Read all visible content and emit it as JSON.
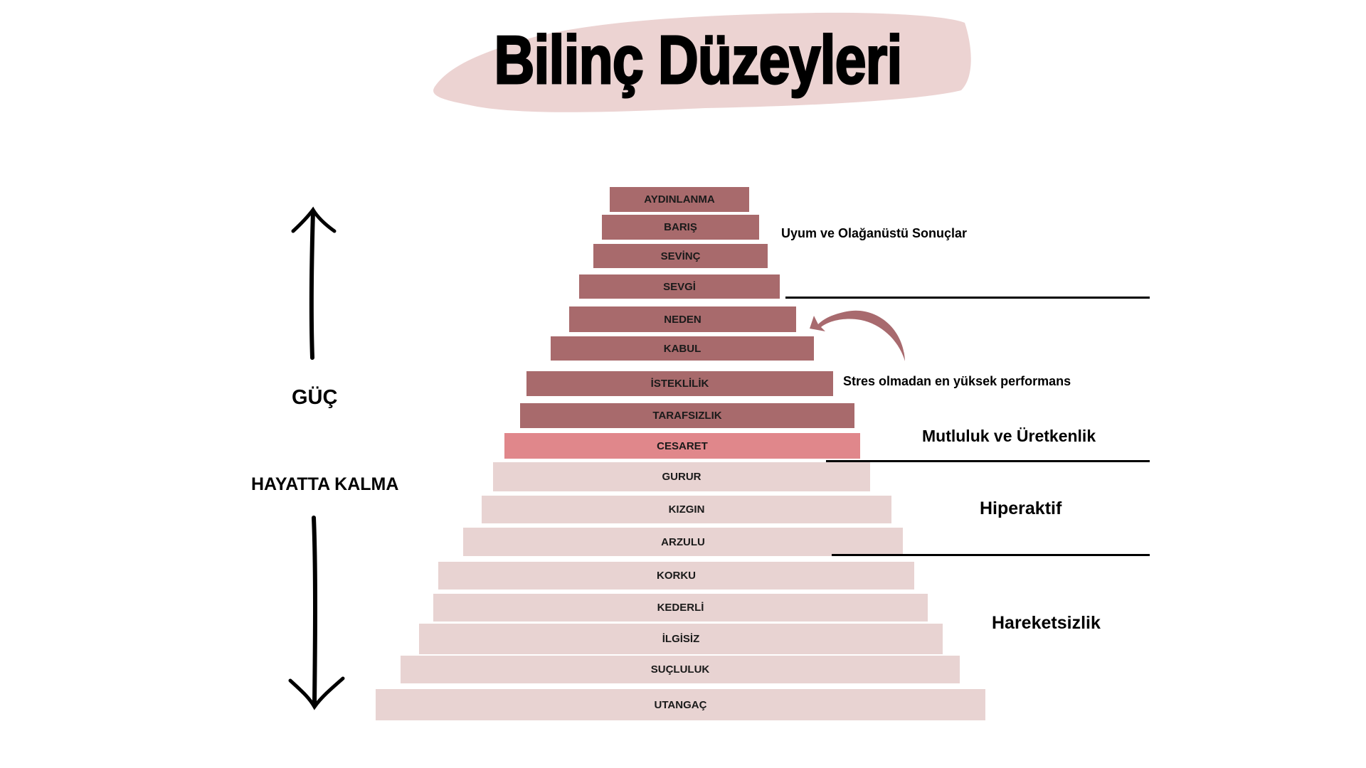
{
  "title": "Bilinç Düzeyleri",
  "levels": [
    {
      "label": "AYDINLANMA",
      "tone": "dark"
    },
    {
      "label": "BARIŞ",
      "tone": "dark"
    },
    {
      "label": "SEVİNÇ",
      "tone": "dark"
    },
    {
      "label": "SEVGİ",
      "tone": "dark"
    },
    {
      "label": "NEDEN",
      "tone": "dark"
    },
    {
      "label": "KABUL",
      "tone": "dark"
    },
    {
      "label": "İSTEKLİLİK",
      "tone": "dark"
    },
    {
      "label": "TARAFSIZLIK",
      "tone": "dark"
    },
    {
      "label": "CESARET",
      "tone": "mid"
    },
    {
      "label": "GURUR",
      "tone": "light"
    },
    {
      "label": "KIZGIN",
      "tone": "light"
    },
    {
      "label": "ARZULU",
      "tone": "light"
    },
    {
      "label": "KORKU",
      "tone": "light"
    },
    {
      "label": "KEDERLİ",
      "tone": "light"
    },
    {
      "label": "İLGİSİZ",
      "tone": "light"
    },
    {
      "label": "SUÇLULUK",
      "tone": "light"
    },
    {
      "label": "UTANGAÇ",
      "tone": "light"
    }
  ],
  "left": {
    "power": "GÜÇ",
    "survival": "HAYATTA KALMA"
  },
  "notes": {
    "harmony": "Uyum ve Olağanüstü Sonuçlar",
    "stress": "Stres olmadan en yüksek performans",
    "happiness": "Mutluluk ve Üretkenlik",
    "hyper": "Hiperaktif",
    "inactive": "Hareketsizlik"
  },
  "colors": {
    "dark": "#a86a6c",
    "mid": "#e0878b",
    "light": "#e8d3d2",
    "brush": "#ecd3d2"
  }
}
